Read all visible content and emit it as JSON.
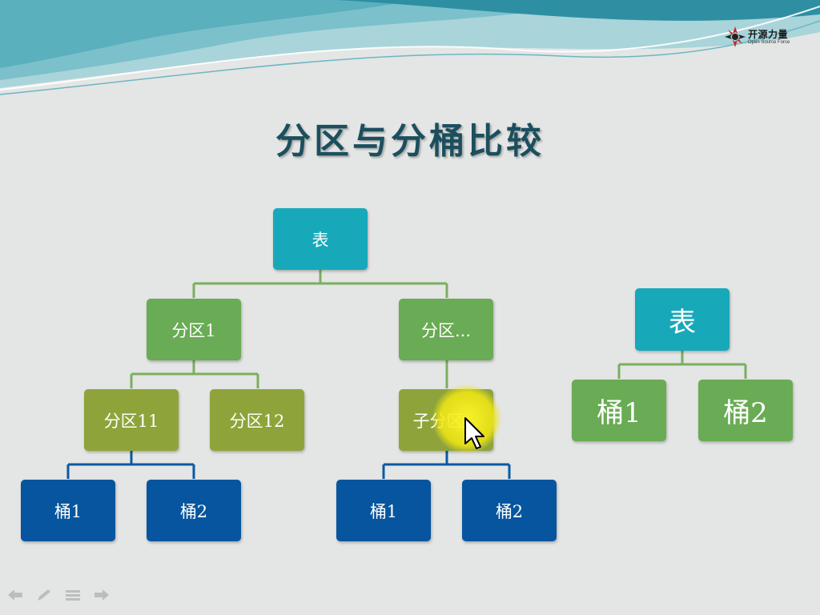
{
  "slide": {
    "title": "分区与分桶比较",
    "logo_name": "开源力量",
    "logo_tagline": "Open Source Force"
  },
  "partition_tree": {
    "root": "表",
    "partition_1": "分区1",
    "partition_2": "分区...",
    "partition_11": "分区11",
    "partition_12": "分区12",
    "subpartition": "子分区...",
    "bucket_a1": "桶1",
    "bucket_a2": "桶2",
    "bucket_b1": "桶1",
    "bucket_b2": "桶2"
  },
  "bucket_tree": {
    "root": "表",
    "bucket_1": "桶1",
    "bucket_2": "桶2"
  },
  "colors": {
    "teal": "#17a9ba",
    "green": "#6aab55",
    "olive": "#8ea43a",
    "blue": "#06559e",
    "title": "#1c4f5e"
  },
  "nav_icons": [
    "arrow-left-icon",
    "pen-icon",
    "menu-icon",
    "arrow-right-icon"
  ]
}
